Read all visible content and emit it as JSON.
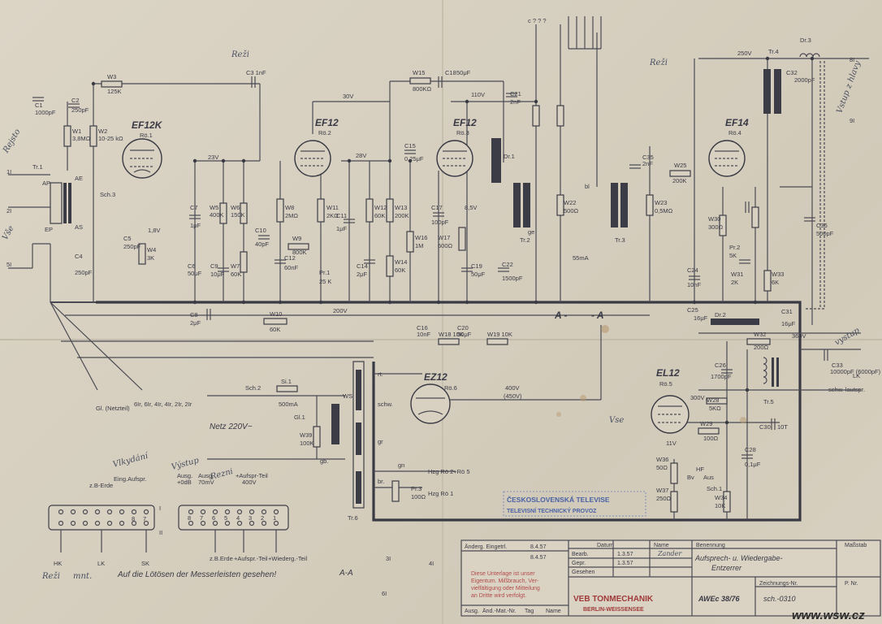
{
  "tubes": {
    "ef12k": {
      "type": "EF12K",
      "ref": "Rö.1"
    },
    "ef12a": {
      "type": "EF12",
      "ref": "Rö.2"
    },
    "ef12b": {
      "type": "EF12",
      "ref": "Rö.3"
    },
    "ef14": {
      "type": "EF14",
      "ref": "Rö.4"
    },
    "el12": {
      "type": "EL12",
      "ref": "Rö.5"
    },
    "ez12": {
      "type": "EZ12",
      "ref": "Rö.6"
    }
  },
  "transformers": {
    "tr1": "Tr.1",
    "tr2": "Tr.2",
    "tr3": "Tr.3",
    "tr4": "Tr.4",
    "tr5": "Tr.5",
    "tr6": "Tr.6",
    "dr1": "Dr.1",
    "dr2": "Dr.2",
    "dr3": "Dr.3"
  },
  "resistors": {
    "w1": "W1",
    "w1v": "3,8MΩ",
    "w2": "W2",
    "w2v": "10-25 kΩ",
    "w3": "W3",
    "w3v": "125K",
    "w4": "W4",
    "w4v": "3K",
    "w5": "W5",
    "w5v": "400K",
    "w6": "W6",
    "w6v": "150K",
    "w7": "W7",
    "w7v": "60K",
    "w8": "W8",
    "w8v": "2MΩ",
    "w9": "W9",
    "w9v": "800K",
    "w10": "W10",
    "w10v": "60K",
    "w11": "W11",
    "w11v": "2KΩ",
    "w12": "W12",
    "w12v": "60K",
    "w13": "W13",
    "w13v": "200K",
    "w14": "W14",
    "w14v": "60K",
    "w15": "W15",
    "w15v": "800KΩ",
    "w16": "W16",
    "w16v": "1M",
    "w17": "W17",
    "w17v": "600Ω",
    "w18": "W18 10K",
    "w19": "W19 10K",
    "w22": "W22",
    "w22v": "500Ω",
    "w23": "W23",
    "w23v": "0,5MΩ",
    "w25": "W25",
    "w25v": "200K",
    "w28": "W28",
    "w28v": "5KΩ",
    "w29": "W29",
    "w29v": "100Ω",
    "w30": "W30",
    "w30v": "300Ω",
    "w31": "W31",
    "w31v": "2K",
    "w32": "W32",
    "w32v": "200Ω",
    "w33": "W33",
    "w33v": "6K",
    "w34": "W34",
    "w34v": "10K",
    "w36": "W36",
    "w36v": "50Ω",
    "w37": "W37",
    "w37v": "250Ω",
    "w39": "W39",
    "w39v": "100K"
  },
  "capacitors": {
    "c1": "C1",
    "c1v": "1000pF",
    "c2": "C2",
    "c2v": "250pF",
    "c3": "C3 1nF",
    "c4": "C4",
    "c4v": "250pF",
    "c5": "C5",
    "c5v": "250pF",
    "c6": "C6",
    "c6v": "50μF",
    "c7": "C7",
    "c7v": "1μF",
    "c8": "C8",
    "c8v": "2μF",
    "c9": "C9",
    "c9v": "10μF",
    "c10": "C10",
    "c10v": "40pF",
    "c11": "C11",
    "c11v": "1μF",
    "c12": "C12",
    "c12v": "60nF",
    "c14": "C14",
    "c14v": "2μF",
    "c15": "C15",
    "c15v": "0,25μF",
    "c16": "C16",
    "c16v": "10nF",
    "c17": "C17",
    "c17v": "100pF",
    "c18": "C18",
    "c18v": "50μF",
    "c19": "C19",
    "c19v": "50μF",
    "c20": "C20",
    "c20v": "50μF",
    "c21": "C21",
    "c21v": "2nF",
    "c22": "C22",
    "c22v": "1500pF",
    "c24": "C24",
    "c24v": "10nF",
    "c25": "C25",
    "c25v": "16μF",
    "c26": "C26",
    "c26v": "1700pF",
    "c28": "C28",
    "c28v": "0,1μF",
    "c31": "C31",
    "c31v": "16μF",
    "c32": "C32",
    "c32v": "2000pF",
    "c33": "C33",
    "c33v": "10000pF (6000pF)",
    "c35": "C35",
    "c35v": "2nF",
    "c36": "C36",
    "c36v": "500pF",
    "c30": "C30",
    "c30v": "10T"
  },
  "pots": {
    "pr1": "Pr.1",
    "pr1v": "25 K",
    "pr2": "Pr.2",
    "pr2v": "5K",
    "pr3": "Pr.3",
    "pr3v": "100Ω"
  },
  "switches": {
    "sch1": "Sch.1",
    "sch2": "Sch.2",
    "sch3": "Sch.3",
    "si1": "Si.1",
    "si1v": "500mA",
    "gl1": "Gl.1"
  },
  "voltages": {
    "v23": "23V",
    "v30": "30V",
    "v28": "28V",
    "v110": "110V",
    "v18": "1,8V",
    "v85": "8,5V",
    "v250": "250V",
    "v200": "200V",
    "v300": "300V",
    "v400": "400V",
    "v450": "(450V)",
    "v360": "360V",
    "v11": "11V",
    "v55ma": "55mA"
  },
  "windings": {
    "ap": "AP",
    "ae": "AE",
    "as": "AS",
    "ep": "EP",
    "ws": "WS",
    "schw": "schw.",
    "rt": "rt.",
    "gb": "gb.",
    "gr": "gr",
    "gn": "gn",
    "br": "br.",
    "bl": "bl",
    "ge": "ge"
  },
  "labels": {
    "netz": "Netz 220V~",
    "hzg1": "Hzg Rö 2+Rö 5",
    "hzg2": "Hzg Rö 1",
    "aa_left": "A -",
    "aa_right": "- A",
    "aa_detail": "A-A",
    "gl": "Gl. (Netzteil)",
    "gl2": "6Ir, 6Ir, 4Ir, 4Ir, 2Ir, 2Ir",
    "t1": "1I",
    "t2": "2I",
    "t3": "3I",
    "t4": "4I",
    "t5": "5I",
    "t6": "6I",
    "t8": "8I",
    "t9": "9I",
    "hf": "HF",
    "aus": "Aus",
    "bv": "Bv",
    "lk": "LK",
    "schw_lautsp": "schw. lautspr.",
    "c_top": "c ? ? ?"
  },
  "connectors": {
    "left": {
      "z8": "z.B-Erde",
      "eing": "Eing.Aufspr.",
      "pins": [
        "8",
        "7"
      ],
      "bottom": [
        "HK",
        "LK",
        "SK"
      ]
    },
    "right": {
      "ausg1": "Ausg.",
      "ausg1b": "+0dB",
      "ausg2": "Ausg.",
      "ausg2b": "70mV",
      "aufspr": "+Aufspr-Teil",
      "aufsprv": "400V",
      "pins": [
        "8",
        "7",
        "6",
        "5",
        "4",
        "3",
        "2",
        "1"
      ],
      "bottom": [
        "z.B.Erde",
        "+Aufspr.-Teil",
        "+Wiederg.-Teil"
      ]
    },
    "note": "Auf die Lötösen der Messerleisten gesehen!",
    "roman1": "I",
    "roman2": "II"
  },
  "handwriting": {
    "h1": "Rejsto",
    "h2": "Reži",
    "h3": "Reži",
    "h4": "Vlkydání",
    "h5": "Výstup",
    "h6": "Vše",
    "h7": "Reži",
    "h8": "mnt.",
    "h9": "Vse",
    "h10": "Rezni",
    "h11": "Vstup z hlavy",
    "h12": "vystup"
  },
  "stamp": {
    "line1": "ČESKOSLOVENSKÁ TELEVISE",
    "line2": "TELEVISNÍ TECHNICKÝ PROVOZ"
  },
  "notice": {
    "line1": "Diese Unterlage ist unser",
    "line2": "Eigentum. Mißbrauch, Ver-",
    "line3": "vielfältigung oder Mitteilung",
    "line4": "an Dritte wird verfolgt."
  },
  "title_block": {
    "aenderung": "Änderg. Eingetrl.",
    "date1": "8.4.57",
    "date1b": "8.4.57",
    "datum": "Datum",
    "name": "Name",
    "benennung": "Benennung",
    "massstab": "Maßstab",
    "bearb": "Bearb.",
    "gepr": "Gepr.",
    "gesehen": "Gesehen",
    "d1": "1.3.57",
    "d2": "1.3.57",
    "n1": "Zander",
    "n2": "",
    "title1": "Aufsprech- u. Wiedergabe-",
    "title2": "Entzerrer",
    "company1": "VEB TONMECHANIK",
    "company2": "BERLIN-WEISSENSEE",
    "model": "AWEc 38/76",
    "zeichnr_lbl": "Zeichnungs-Nr.",
    "zeichnr": "sch.-0310",
    "pnr": "P. Nr.",
    "ausg": "Ausg.",
    "aend": "Änd.-Mat.-Nr.",
    "tag": "Tag",
    "name2": "Name"
  },
  "watermark": "www.wsw.cz"
}
